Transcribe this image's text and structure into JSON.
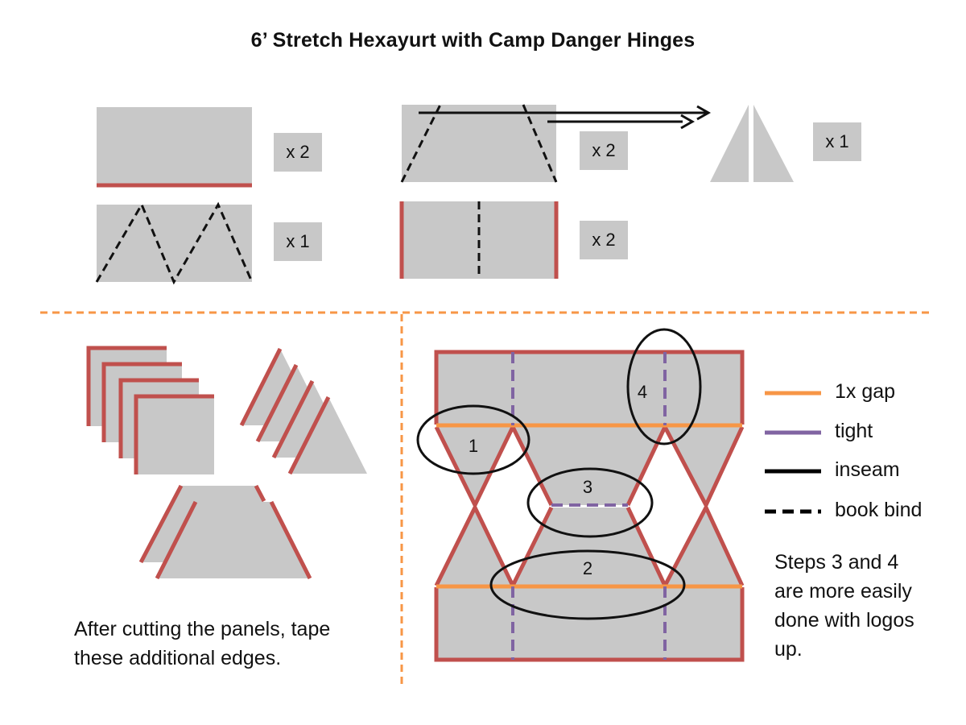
{
  "title": "6’ Stretch Hexayurt with Camp Danger Hinges",
  "quantities": {
    "rect_taped": "x 2",
    "zigzag": "x 1",
    "trapezoid": "x 2",
    "rect_split": "x 2",
    "triangle_halves": "x 1"
  },
  "legend": {
    "gap": "1x gap",
    "tight": "tight",
    "inseam": "inseam",
    "book_bind": "book bind"
  },
  "notes": {
    "cutting": "After cutting the panels, tape these additional edges.",
    "steps": "Steps 3 and 4 are more easily done with logos up."
  },
  "steps": [
    "1",
    "2",
    "3",
    "4"
  ],
  "colors": {
    "panel": "#c8c8c8",
    "tape_edge": "#c0504d",
    "gap_line": "#f79646",
    "tight_line": "#8064a2",
    "inseam_line": "#000000",
    "divider": "#f79646"
  }
}
